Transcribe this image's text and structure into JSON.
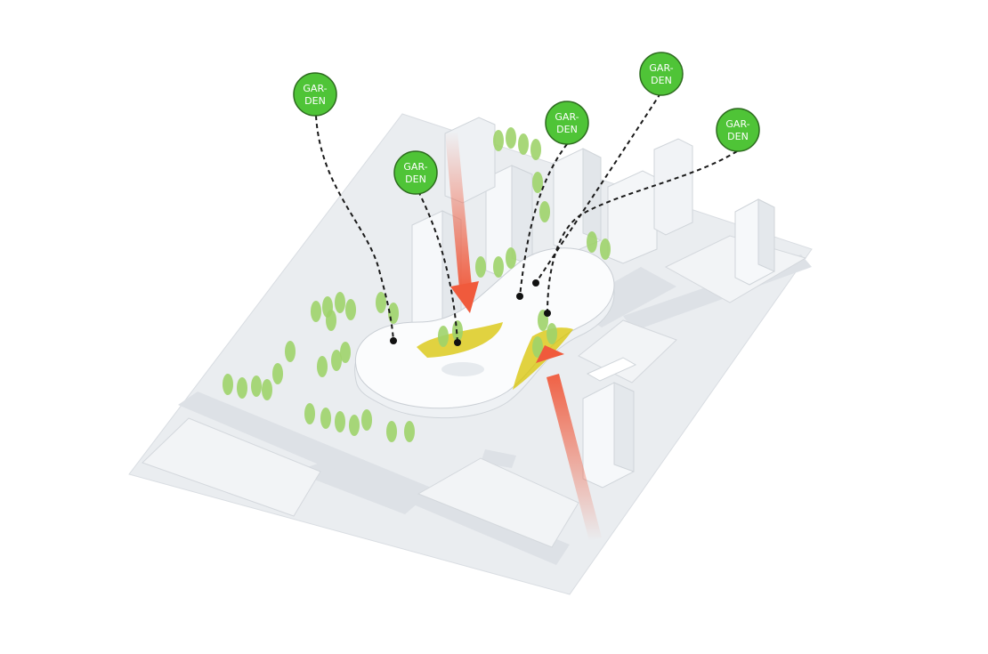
{
  "badges": [
    {
      "line1": "GAR-",
      "line2": "DEN"
    },
    {
      "line1": "GAR-",
      "line2": "DEN"
    },
    {
      "line1": "GAR-",
      "line2": "DEN"
    },
    {
      "line1": "GAR-",
      "line2": "DEN"
    },
    {
      "line1": "GAR-",
      "line2": "DEN"
    }
  ],
  "colors": {
    "badge_fill": "#4fc437",
    "badge_stroke": "#2d6b1f",
    "garden_highlight": "#d8c400",
    "arrow": "#f05a3c",
    "trees": "#9fd36a",
    "site_ground": "#eaedf0",
    "road": "#dde1e6",
    "building": "#f6f8fa"
  },
  "icons": [
    "garden-badge-icon",
    "leader-line",
    "airflow-arrow",
    "tree-icon"
  ]
}
